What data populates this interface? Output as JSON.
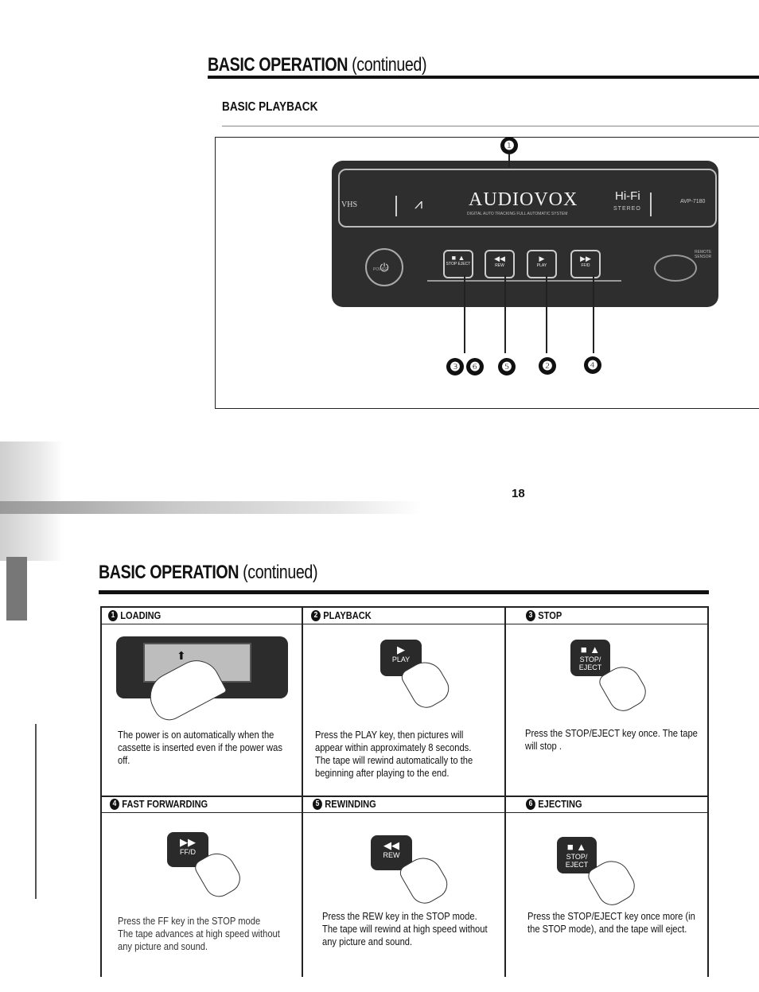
{
  "top": {
    "heading_main": "BASIC OPERATION",
    "heading_cont": "(continued)",
    "subheading": "BASIC PLAYBACK",
    "page_number": "18"
  },
  "device": {
    "brand": "AUDIOVOX",
    "tagline": "DIGITAL AUTO TRACKING  FULL AUTOMATIC SYSTEM",
    "format_logo": "VHS",
    "hifi": "Hi-Fi",
    "stereo": "STEREO",
    "model": "AVP-7180",
    "power_label": "POWER",
    "remote_sensor": "REMOTE SENSOR",
    "keys": [
      {
        "symbol": "■ ▲",
        "label": "STOP EJECT"
      },
      {
        "symbol": "◀◀",
        "label": "REW"
      },
      {
        "symbol": "▶",
        "label": "PLAY"
      },
      {
        "symbol": "▶▶",
        "label": "FF/D"
      }
    ],
    "callouts": [
      "❶",
      "❸",
      "❻",
      "❺",
      "❷",
      "❹"
    ]
  },
  "bottom": {
    "heading_main": "BASIC OPERATION",
    "heading_cont": "(continued)",
    "cells": [
      {
        "num": "1",
        "title": "LOADING",
        "text": [
          "The power is on automatically when the cassette is inserted even if the power was off."
        ]
      },
      {
        "num": "2",
        "title": "PLAYBACK",
        "key_sym": "▶",
        "key_label": "PLAY",
        "text": [
          "Press the PLAY key, then pictures will appear within approximately 8 seconds.",
          "The tape will rewind automatically to the beginning after playing to the end."
        ]
      },
      {
        "num": "3",
        "title": "STOP",
        "key_sym": "■ ▲",
        "key_label": "STOP/ EJECT",
        "text": [
          "Press the STOP/EJECT key once. The tape will stop ."
        ]
      },
      {
        "num": "4",
        "title": "FAST FORWARDING",
        "key_sym": "▶▶",
        "key_label": "FF/D",
        "text": [
          "Press the FF key in the STOP mode",
          "The tape advances at high speed without any picture and sound."
        ]
      },
      {
        "num": "5",
        "title": "REWINDING",
        "key_sym": "◀◀",
        "key_label": "REW",
        "text": [
          "Press the REW key in the STOP mode.",
          "The tape will rewind at high speed without any picture and sound."
        ]
      },
      {
        "num": "6",
        "title": "EJECTING",
        "key_sym": "■ ▲",
        "key_label": "STOP/ EJECT",
        "text": [
          "Press the STOP/EJECT key once more (in the STOP mode), and the tape will eject."
        ]
      }
    ]
  }
}
